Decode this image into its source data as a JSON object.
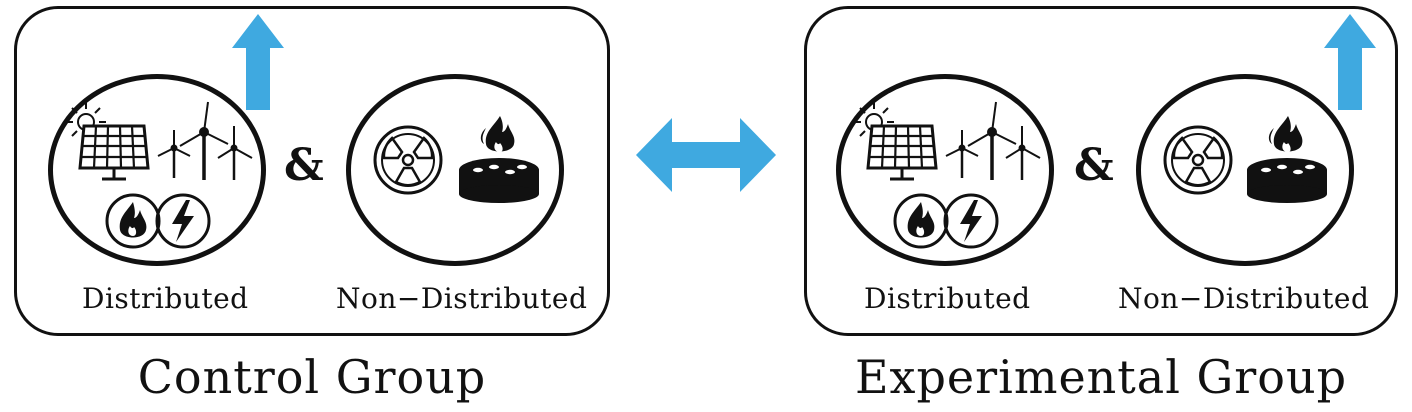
{
  "colors": {
    "arrow": "#3fa9e0",
    "stroke": "#111111",
    "background": "#ffffff"
  },
  "connector": {
    "type": "double-arrow",
    "icon": "double-arrow-icon"
  },
  "groups": [
    {
      "title": "Control Group",
      "up_arrow_position": "left-circle",
      "distributed": {
        "label": "Distributed",
        "icons": [
          "sun-icon",
          "solar-panel-icon",
          "wind-turbine-icon",
          "flame-icon",
          "lightning-icon"
        ]
      },
      "non_distributed": {
        "label": "Non−Distributed",
        "icons": [
          "radiation-icon",
          "fire-pit-icon"
        ]
      },
      "ampersand": "&"
    },
    {
      "title": "Experimental Group",
      "up_arrow_position": "right-circle",
      "distributed": {
        "label": "Distributed",
        "icons": [
          "sun-icon",
          "solar-panel-icon",
          "wind-turbine-icon",
          "flame-icon",
          "lightning-icon"
        ]
      },
      "non_distributed": {
        "label": "Non−Distributed",
        "icons": [
          "radiation-icon",
          "fire-pit-icon"
        ]
      },
      "ampersand": "&"
    }
  ]
}
